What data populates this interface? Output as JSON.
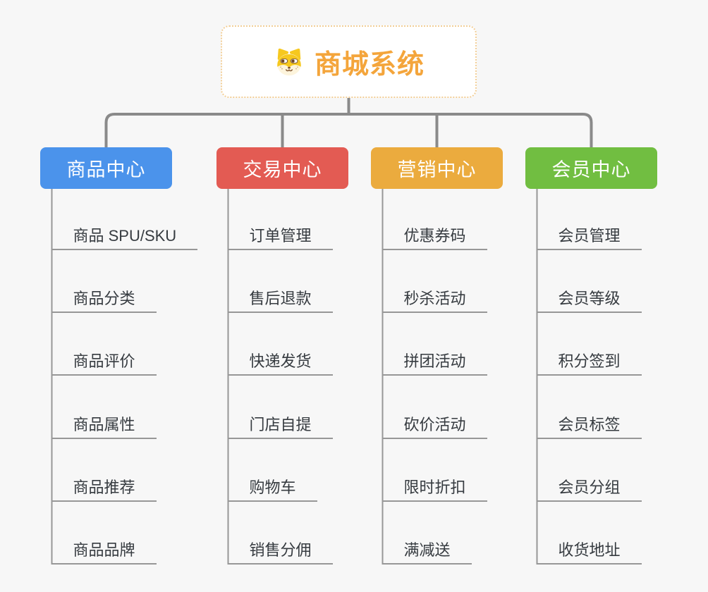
{
  "app": {
    "background": "#f7f7f7"
  },
  "root": {
    "title": "商城系统",
    "icon": "shiba-dog-icon",
    "accent_color": "#f4a53b",
    "border_color": "#f2ce96"
  },
  "branches": [
    {
      "label": "商品中心",
      "color": "#4b93eb",
      "children": [
        "商品 SPU/SKU",
        "商品分类",
        "商品评价",
        "商品属性",
        "商品推荐",
        "商品品牌"
      ]
    },
    {
      "label": "交易中心",
      "color": "#e35b53",
      "children": [
        "订单管理",
        "售后退款",
        "快递发货",
        "门店自提",
        "购物车",
        "销售分佣"
      ]
    },
    {
      "label": "营销中心",
      "color": "#ebab3e",
      "children": [
        "优惠券码",
        "秒杀活动",
        "拼团活动",
        "砍价活动",
        "限时折扣",
        "满减送"
      ]
    },
    {
      "label": "会员中心",
      "color": "#71be41",
      "children": [
        "会员管理",
        "会员等级",
        "积分签到",
        "会员标签",
        "会员分组",
        "收货地址"
      ]
    }
  ],
  "connectors": {
    "main_color": "#8a8a8a",
    "child_color": "#979797"
  }
}
